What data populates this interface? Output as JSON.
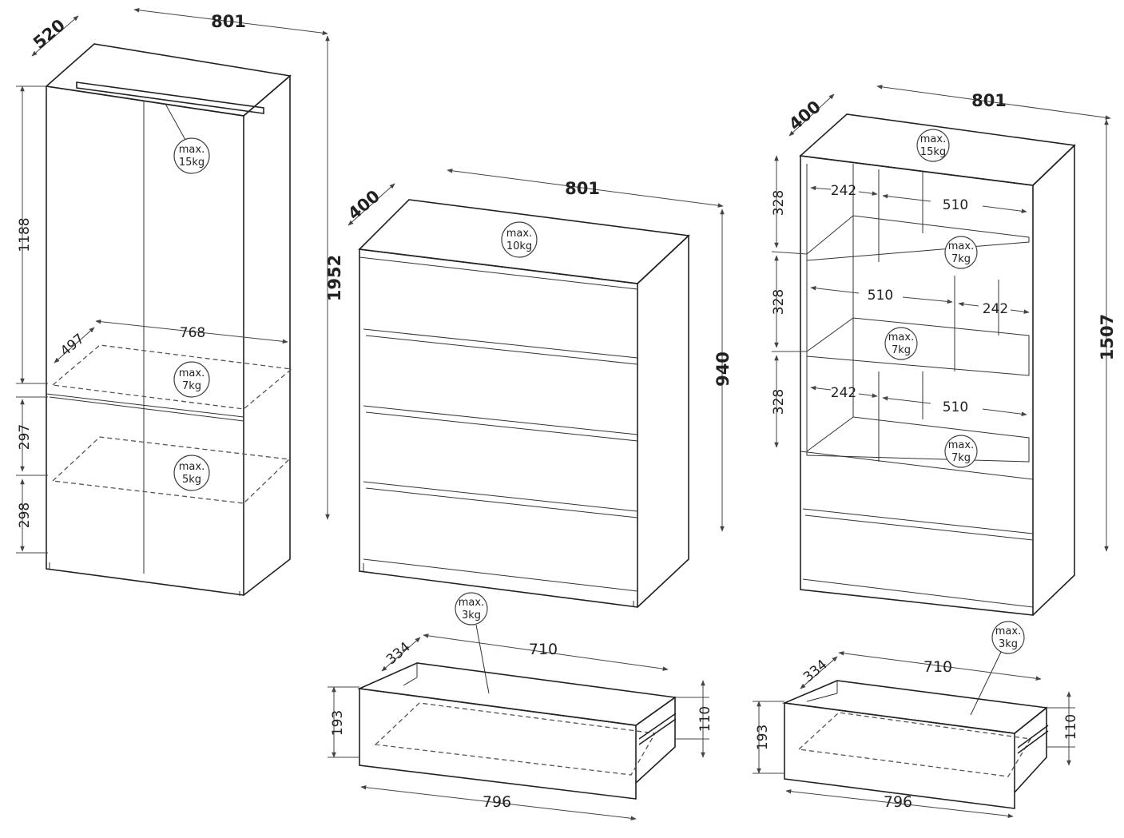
{
  "wardrobe": {
    "width": "801",
    "depth": "520",
    "height": "1952",
    "upper_height": "1188",
    "mid_height": "297",
    "low_height": "298",
    "shelf_depth": "497",
    "shelf_width": "768",
    "rail_load": [
      "max.",
      "15kg"
    ],
    "shelf1_load": [
      "max.",
      "7kg"
    ],
    "shelf2_load": [
      "max.",
      "5kg"
    ]
  },
  "chest": {
    "width": "801",
    "depth": "400",
    "height": "940",
    "top_load": [
      "max.",
      "10kg"
    ],
    "drawer": {
      "load": [
        "max.",
        "3kg"
      ],
      "inner_depth": "334",
      "inner_width": "710",
      "front_height": "193",
      "side_height": "110",
      "front_width": "796"
    }
  },
  "bookcase": {
    "width": "801",
    "depth": "400",
    "height": "1507",
    "row_heights": [
      "328",
      "328",
      "328"
    ],
    "top_load": [
      "max.",
      "15kg"
    ],
    "row1_widths": [
      "242",
      "510"
    ],
    "row2_widths": [
      "510",
      "242"
    ],
    "row3_widths": [
      "242",
      "510"
    ],
    "shelf_loads": [
      [
        "max.",
        "7kg"
      ],
      [
        "max.",
        "7kg"
      ],
      [
        "max.",
        "7kg"
      ]
    ],
    "drawer": {
      "load": [
        "max.",
        "3kg"
      ],
      "inner_depth": "334",
      "inner_width": "710",
      "front_height": "193",
      "side_height": "110",
      "front_width": "796"
    }
  }
}
